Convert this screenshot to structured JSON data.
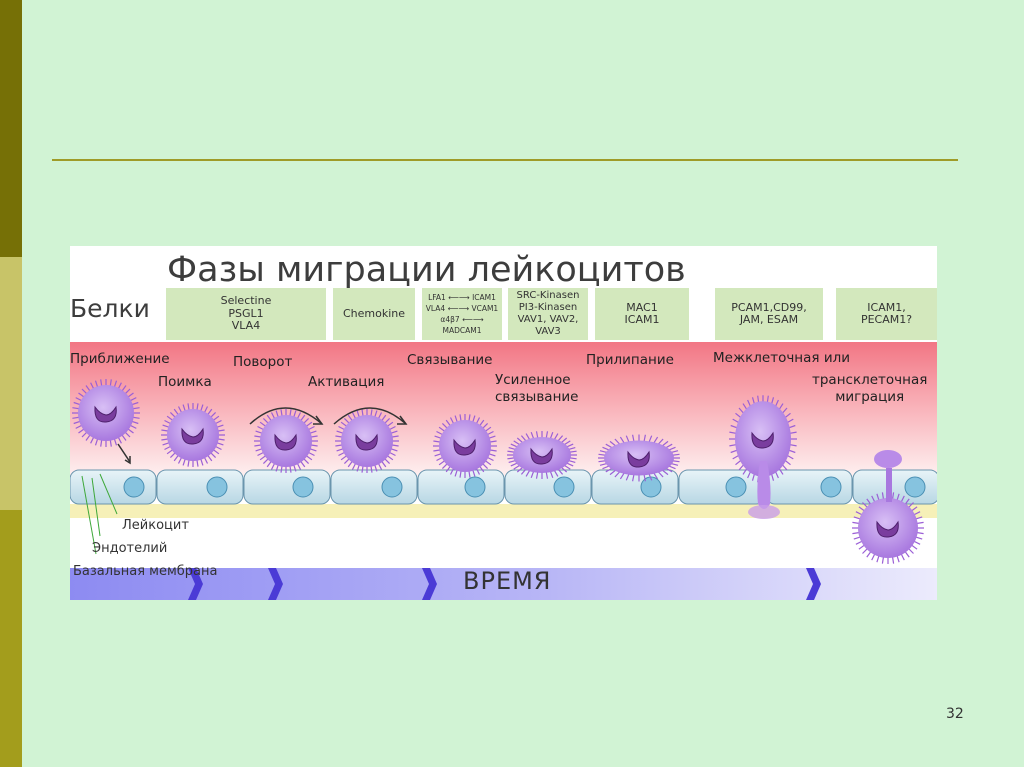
{
  "slide": {
    "page_number": "32",
    "colors": {
      "background": "#d1f3d4",
      "sidebar_dark": "#767006",
      "sidebar_light": "#c8c468",
      "sidebar_mid": "#a39d1c",
      "rule": "#9f9b28"
    }
  },
  "figure": {
    "title": "Фазы миграции лейкоцитов",
    "proteins_label": "Белки",
    "proteins": [
      {
        "text": "Selectine\nPSGL1\nVLA4"
      },
      {
        "text": "Chemokine"
      },
      {
        "text": "LFA1 ⟵⟶ ICAM1\nVLA4 ⟵⟶ VCAM1\nα4β7 ⟵⟶ MADCAM1"
      },
      {
        "text": "SRC-Kinasen\nPI3-Kinasen\nVAV1, VAV2,\nVAV3"
      },
      {
        "text": "MAC1\nICAM1"
      },
      {
        "text": "PCAM1,CD99,\nJAM, ESAM"
      },
      {
        "text": "ICAM1,\nPECAM1?"
      }
    ],
    "phases": [
      {
        "label": "Приближение"
      },
      {
        "label": "Поимка"
      },
      {
        "label": "Поворот"
      },
      {
        "label": "Активация"
      },
      {
        "label": "Связывание"
      },
      {
        "label": "Усиленное\nсвязывание"
      },
      {
        "label": "Прилипание"
      },
      {
        "label": "Межклеточная или"
      },
      {
        "label": "трансклеточная\nмиграция"
      }
    ],
    "legend": [
      "Лейкоцит",
      "Эндотелий",
      "Базальная мембрана"
    ],
    "time_label": "ВРЕМЯ",
    "colors": {
      "leukocyte": "#b98be8",
      "nucleus": "#7a3d9e",
      "endothelium": "#cfe6ef",
      "endothelium_nucleus": "#86c3df",
      "bloodstream": "#f5828e",
      "basement_membrane": "#f6f0b8",
      "protein_box": "#d3e8bd",
      "time_arrow": "#4b3bd6"
    }
  }
}
